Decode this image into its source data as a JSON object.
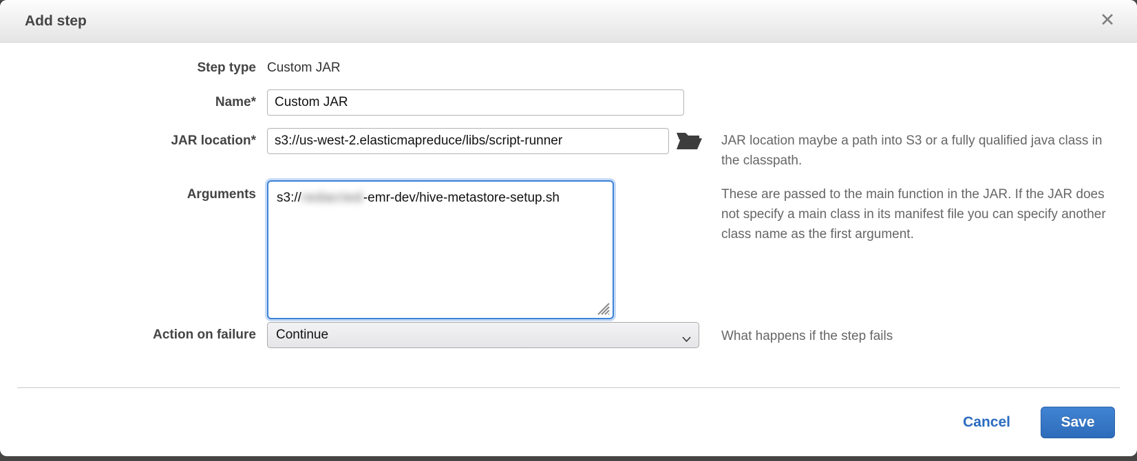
{
  "dialog": {
    "title": "Add step"
  },
  "form": {
    "step_type": {
      "label": "Step type",
      "value": "Custom JAR"
    },
    "name": {
      "label": "Name*",
      "value": "Custom JAR"
    },
    "jar_location": {
      "label": "JAR location*",
      "value": "s3://us-west-2.elasticmapreduce/libs/script-runner",
      "help": "JAR location maybe a path into S3 or a fully qualified java class in the classpath."
    },
    "arguments": {
      "label": "Arguments",
      "value_prefix": "s3://",
      "value_redacted": "redacted",
      "value_suffix": "-emr-dev/hive-metastore-setup.sh",
      "help": "These are passed to the main function in the JAR. If the JAR does not specify a main class in its manifest file you can specify another class name as the first argument."
    },
    "action_on_failure": {
      "label": "Action on failure",
      "value": "Continue",
      "help": "What happens if the step fails"
    }
  },
  "footer": {
    "cancel_label": "Cancel",
    "save_label": "Save"
  },
  "icons": {
    "close": "folder-open, close-x, chevron-down, resize-grip"
  },
  "colors": {
    "accent_blue": "#2a6bbf",
    "focus_border": "#3c82d9",
    "save_top": "#4184d4",
    "save_bottom": "#2d6cb9",
    "label_text": "#444444",
    "help_text": "#666666",
    "header_gradient_bottom": "#e4e4e4",
    "page_backdrop": "#454543"
  }
}
